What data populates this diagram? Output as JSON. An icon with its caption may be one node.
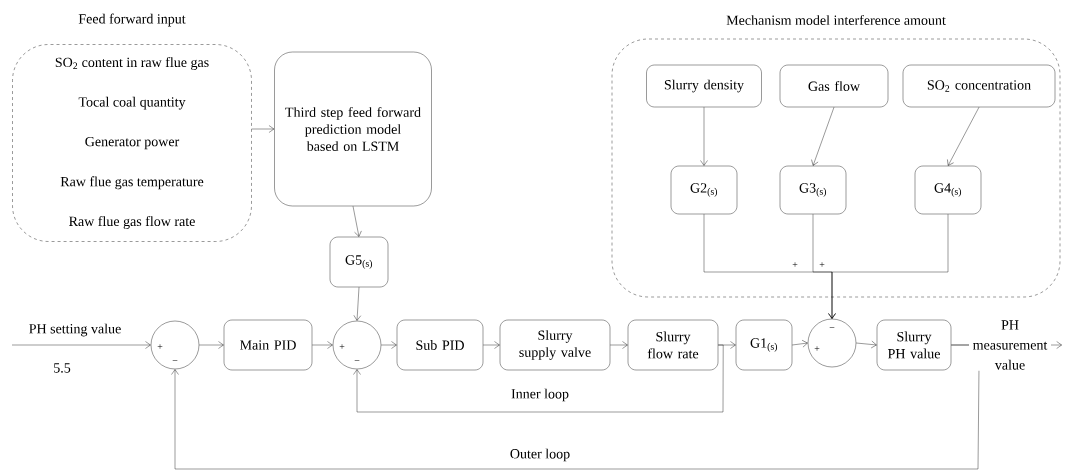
{
  "diagram": {
    "nodes": [
      {
        "text": [
          "Feed forward input",
          "SO$_{2}$ content in raw flue gas",
          "Tocal coal quantity",
          "Generator power",
          "Raw flue gas temperature",
          "Raw flue gas flow rate"
        ]
      },
      {
        "text": [
          "Third step feed forward prediction model based on LSTM"
        ]
      },
      {
        "text": [
          "G5$_{(s)}$"
        ]
      },
      {
        "text": [
          "Mechanism model interference amount"
        ]
      },
      {
        "text": [
          "Slurry density"
        ],
        "in": 3
      },
      {
        "text": [
          "Gas flow"
        ],
        "in": 3
      },
      {
        "text": [
          "SO$_{2}$ concentration"
        ],
        "in": 3
      },
      {
        "text": [
          "G2$_{(s)}$"
        ],
        "in": 3
      },
      {
        "text": [
          "G3$_{(s)}$"
        ],
        "in": 3
      },
      {
        "text": [
          "G4$_{(s)}$"
        ],
        "in": 3
      },
      {
        "text": [],
        "shape": "circle"
      },
      {
        "text": [
          "Main PID"
        ]
      },
      {
        "text": [],
        "shape": "circle"
      },
      {
        "text": [
          "Sub PID"
        ]
      },
      {
        "text": [
          "Slurry supply valve"
        ]
      },
      {
        "text": [
          "Slurry flow rate"
        ]
      },
      {
        "text": [
          "G1$_{(s)}$"
        ]
      },
      {
        "text": [],
        "shape": "circle"
      },
      {
        "text": [
          "Slurry PH value"
        ]
      }
    ],
    "edges": [
      {
        "from": null,
        "to": 10,
        "arrow": "to",
        "label": "PH setting value"
      },
      {
        "from": 10,
        "to": 11,
        "arrow": "to"
      },
      {
        "from": 11,
        "to": 12,
        "arrow": "to"
      },
      {
        "from": 2,
        "to": 12,
        "arrow": "to"
      },
      {
        "from": 12,
        "to": 13,
        "arrow": "to"
      },
      {
        "from": 13,
        "to": 14,
        "arrow": "to"
      },
      {
        "from": 14,
        "to": 15,
        "arrow": "to"
      },
      {
        "from": 15,
        "to": 16,
        "arrow": "to"
      },
      {
        "from": 16,
        "to": 17,
        "arrow": "to"
      },
      {
        "from": 17,
        "to": 18,
        "arrow": "to"
      },
      {
        "from": 18,
        "to": null,
        "arrow": "to",
        "label": "PH measurement value"
      },
      {
        "from": 15,
        "to": 12,
        "arrow": "to",
        "label": "Inner loop"
      },
      {
        "from": 18,
        "to": 10,
        "arrow": "to",
        "label": "Outer loop"
      },
      {
        "from": 0,
        "to": 1,
        "arrow": "to"
      },
      {
        "from": 1,
        "to": 2,
        "arrow": "to"
      },
      {
        "from": 4,
        "to": 7,
        "arrow": "to"
      },
      {
        "from": 5,
        "to": 8,
        "arrow": "to"
      },
      {
        "from": 6,
        "to": 9,
        "arrow": "to"
      },
      {
        "from": 7,
        "to": 17,
        "arrow": "to"
      },
      {
        "from": 8,
        "to": 17,
        "arrow": "to"
      },
      {
        "from": 9,
        "to": 17,
        "arrow": "to"
      }
    ],
    "labels": [
      "+",
      "+",
      "−",
      "+",
      "+",
      "+",
      "5.5",
      "−",
      "−"
    ]
  }
}
